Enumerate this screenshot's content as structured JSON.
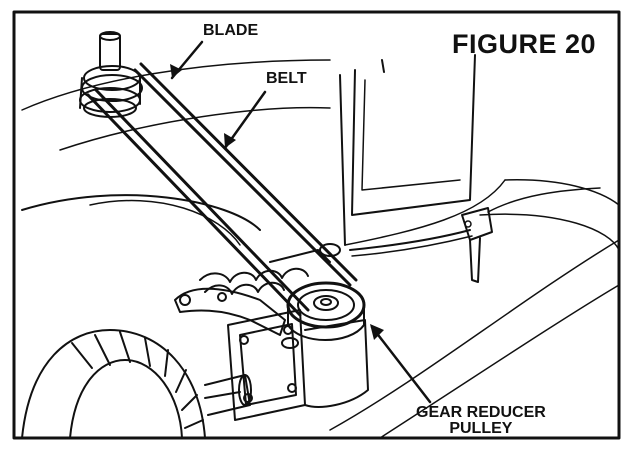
{
  "figure": {
    "title": "FIGURE 20",
    "labels": {
      "blade": "BLADE",
      "belt": "BELT",
      "gear_reducer_line1": "GEAR REDUCER",
      "gear_reducer_line2": "PULLEY"
    },
    "colors": {
      "ink": "#111111",
      "paper": "#ffffff"
    }
  }
}
